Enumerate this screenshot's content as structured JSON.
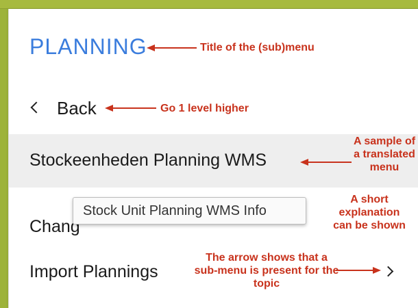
{
  "menu": {
    "title": "PLANNING",
    "back_label": "Back",
    "items": [
      {
        "label": "Stockeenheden Planning WMS",
        "highlighted": true
      },
      {
        "label": "Chang"
      },
      {
        "label": "Import Plannings",
        "has_submenu": true
      }
    ],
    "tooltip": "Stock Unit Planning WMS Info"
  },
  "annotations": {
    "title": "Title of the (sub)menu",
    "back": "Go 1 level higher",
    "translated": "A sample of a translated menu",
    "explanation": "A short explanation can be shown",
    "submenu": "The arrow shows that a sub-menu is present for the topic"
  },
  "colors": {
    "accent_blue": "#3b7ddd",
    "annotation_red": "#c8321c",
    "header_green": "#a7ba3f",
    "highlight_bg": "#eeeeee"
  }
}
